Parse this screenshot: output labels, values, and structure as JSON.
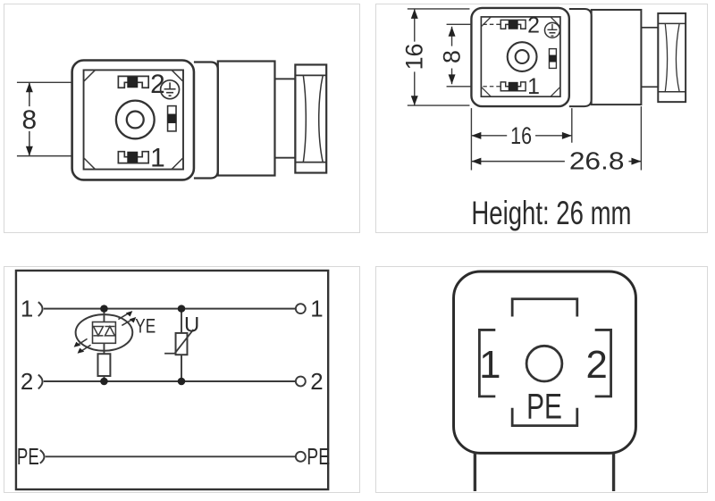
{
  "colors": {
    "ink": "#333333",
    "ink_dark": "#262626",
    "panel_border": "#d8d8d8",
    "background": "#ffffff",
    "slot_fill": "#222222"
  },
  "side_view": {
    "pin_spacing": "8",
    "pin2": "2",
    "pin1": "1"
  },
  "top_view": {
    "total_height": "16",
    "pin_spacing": "8",
    "pin2": "2",
    "pin1": "1",
    "face_width": "16",
    "total_width": "26.8",
    "height_note": "Height: 26 mm"
  },
  "circuit": {
    "left": {
      "pin1": "1",
      "pin2": "2",
      "pe": "PE"
    },
    "right": {
      "pin1": "1",
      "pin2": "2",
      "pe": "PE"
    },
    "led_label": "YE",
    "varistor_label": "U"
  },
  "pin_face": {
    "pin1": "1",
    "pin2": "2",
    "pe": "PE"
  }
}
